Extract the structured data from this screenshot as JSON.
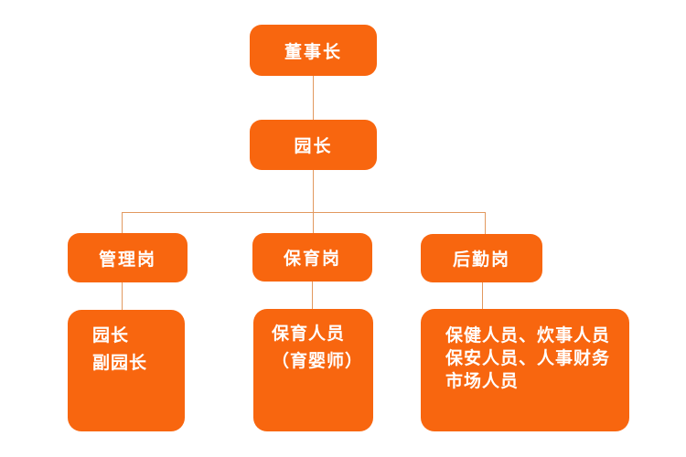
{
  "background": "#ffffff",
  "colors": {
    "node_fill": "#f8660f",
    "node_text": "#ffffff",
    "connector": "#e2995f"
  },
  "chart_data": {
    "type": "org-chart",
    "title": "",
    "nodes": [
      {
        "id": "chairman",
        "label": "董事长",
        "parent": null
      },
      {
        "id": "director",
        "label": "园长",
        "parent": "chairman"
      },
      {
        "id": "management",
        "label": "管理岗",
        "parent": "director"
      },
      {
        "id": "childcare",
        "label": "保育岗",
        "parent": "director"
      },
      {
        "id": "logistics",
        "label": "后勤岗",
        "parent": "director"
      },
      {
        "id": "management-staff",
        "lines": [
          "园长",
          "副园长"
        ],
        "parent": "management"
      },
      {
        "id": "childcare-staff",
        "lines": [
          "保育人员",
          "（育婴师）"
        ],
        "parent": "childcare"
      },
      {
        "id": "logistics-staff",
        "lines": [
          "保健人员、炊事人员",
          "保安人员、人事财务",
          "市场人员"
        ],
        "parent": "logistics"
      }
    ]
  }
}
